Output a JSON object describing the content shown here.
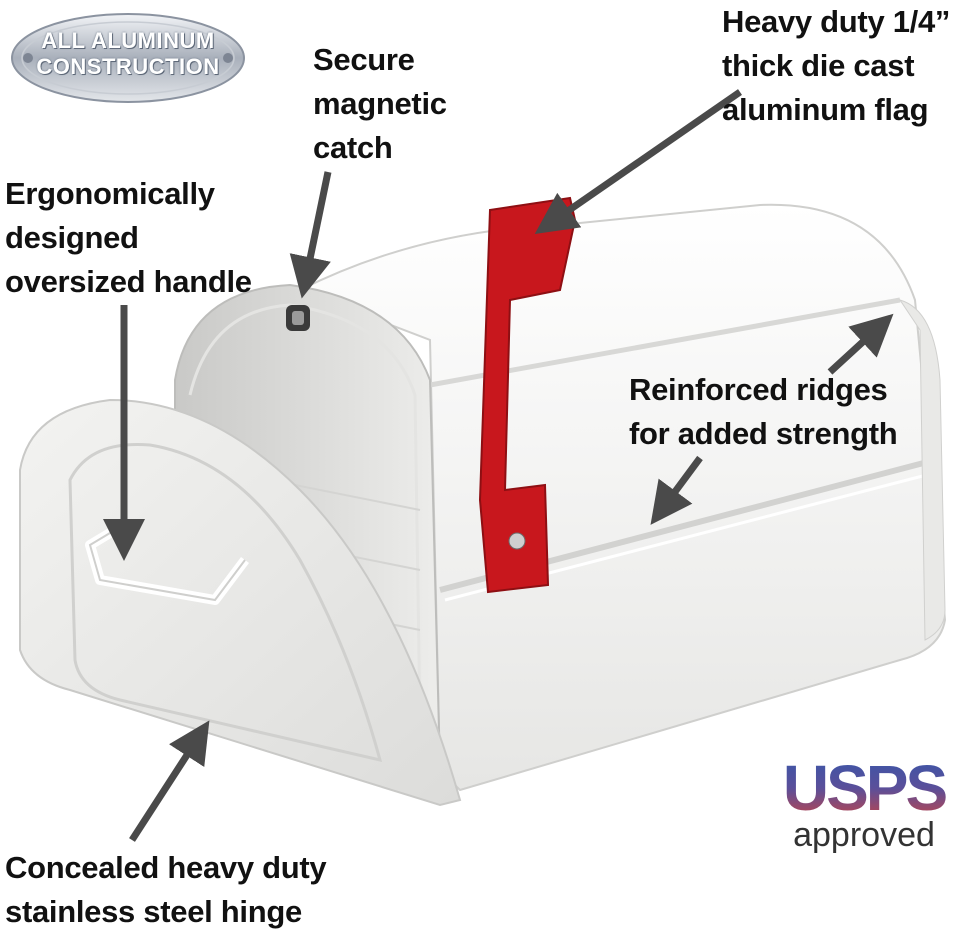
{
  "badge": {
    "text": "ALL ALUMINUM\nCONSTRUCTION"
  },
  "callouts": {
    "magnetic_catch": "Secure\nmagnetic\ncatch",
    "flag": "Heavy duty 1/4”\nthick die cast\naluminum flag",
    "handle": "Ergonomically\ndesigned\noversized handle",
    "ridges": "Reinforced ridges\nfor added strength",
    "hinge": "Concealed heavy duty\nstainless steel hinge"
  },
  "usps": {
    "main": "USPS",
    "sub": "approved"
  },
  "colors": {
    "flag": "#c8171d",
    "arrow": "#4a4a4a",
    "mailbox": "#f4f4f2",
    "text": "#111111"
  }
}
